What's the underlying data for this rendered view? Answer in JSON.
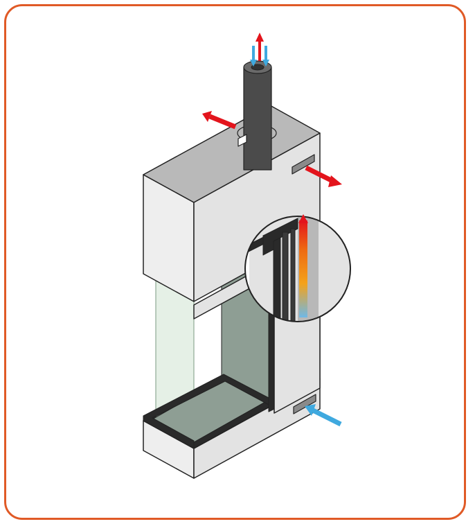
{
  "diagram": {
    "type": "isometric-fireplace-airflow",
    "colors": {
      "frame_border": "#e05a26",
      "housing_front": "#eeeeee",
      "housing_side": "#e3e3e3",
      "housing_top": "#b9b9b9",
      "outline": "#222222",
      "flue": "#4b4b4b",
      "flue_top": "#6a6a6a",
      "glass": "#cfe3d2",
      "firebox_back": "#8e9e94",
      "frame_dark": "#2a2a2a",
      "hot_air_arrow": "#e3141c",
      "cold_air_arrow": "#3fa9df",
      "magnifier_stripe": "#b8b8b8"
    },
    "arrows": [
      {
        "kind": "hot-air",
        "meaning": "flue-exhaust-up"
      },
      {
        "kind": "cold-air",
        "meaning": "combustion-air-down-left"
      },
      {
        "kind": "cold-air",
        "meaning": "combustion-air-down-right"
      },
      {
        "kind": "hot-air",
        "meaning": "convection-out-top-left"
      },
      {
        "kind": "hot-air",
        "meaning": "convection-out-right"
      },
      {
        "kind": "cold-air",
        "meaning": "convection-in-bottom-right"
      }
    ],
    "icons": [
      "magnifier-detail-icon"
    ]
  }
}
